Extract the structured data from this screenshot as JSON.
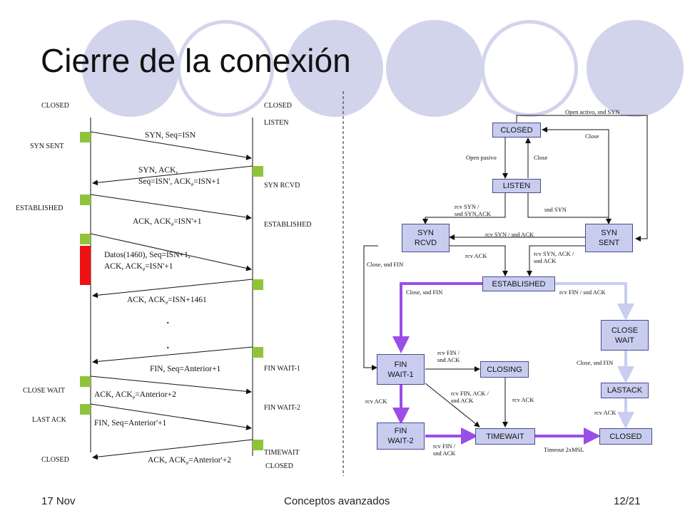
{
  "slide": {
    "title": "Cierre de la conexión",
    "footer_left": "17 Nov",
    "footer_center": "Conceptos avanzados",
    "footer_right": "12/21"
  },
  "sequence": {
    "left_states": [
      "CLOSED",
      "SYN SENT",
      "ESTABLISHED",
      "CLOSE WAIT",
      "LAST ACK",
      "CLOSED"
    ],
    "right_states": [
      "CLOSED",
      "LISTEN",
      "SYN RCVD",
      "ESTABLISHED",
      "FIN WAIT-1",
      "FIN WAIT-2",
      "TIMEWAIT",
      "CLOSED"
    ],
    "messages": [
      {
        "line1": "SYN, Seq=ISN"
      },
      {
        "line1": "SYN, ACK,",
        "line2": "Seq=ISN', ACK#=ISN+1"
      },
      {
        "line1": "ACK, ACK#=ISN'+1"
      },
      {
        "line1": "Datos(1460), Seq=ISN+1,",
        "line2": "ACK, ACK#=ISN'+1"
      },
      {
        "line1": "ACK, ACK#=ISN+1461"
      },
      {
        "line1": "FIN, Seq=Anterior+1"
      },
      {
        "line1": "ACK, ACK#=Anterior+2"
      },
      {
        "line1": "FIN, Seq=Anterior'+1"
      },
      {
        "line1": "ACK, ACK#=Anterior'+2"
      }
    ],
    "ellipsis": ".",
    "colors": {
      "marker": "#8fc43a",
      "data_block": "#ee1111"
    }
  },
  "fsm": {
    "states": {
      "closed_top": "CLOSED",
      "listen": "LISTEN",
      "syn_rcvd": "SYN\nRCVD",
      "syn_sent": "SYN\nSENT",
      "established": "ESTABLISHED",
      "close_wait": "CLOSE\nWAIT",
      "fin_wait_1": "FIN\nWAIT-1",
      "closing": "CLOSING",
      "lastack": "LASTACK",
      "fin_wait_2": "FIN\nWAIT-2",
      "timewait": "TIMEWAIT",
      "closed_bottom": "CLOSED"
    },
    "labels": {
      "open_active": "Open activo, snd SYN",
      "close_top": "Close",
      "open_passive": "Open pasivo",
      "close_mid": "Close",
      "rcv_syn_snd_synack": "rcv SYN /\nsnd SYN,ACK",
      "snd_syn": "snd SYN",
      "rcv_syn_snd_ack": "rcv SYN / snd ACK",
      "rcv_ack_top": "rcv ACK",
      "rcv_synack_snd_ack": "rcv SYN, ACK /\nsnd ACK",
      "close_snd_fin_left": "Close, snd FIN",
      "close_snd_fin_est": "Close, snd FIN",
      "rcv_fin_snd_ack": "rcv FIN / snd ACK",
      "close_snd_fin_cw": "Close, snd FIN",
      "rcv_fin_snd_ack_fw1": "rcv FIN /\nsnd ACK",
      "rcv_finack_snd_ack": "rcv FIN, ACK /\nsnd ACK",
      "rcv_ack_closing": "rcv ACK",
      "rcv_ack_fw1": "rcv ACK",
      "rcv_ack_lastack": "rcv ACK",
      "rcv_fin_snd_ack_fw2": "rcv FIN /\nsnd ACK",
      "timeout": "Timeout 2xMSL"
    },
    "colors": {
      "highlight": "#9b4de8",
      "client_path": "#9b4de8",
      "server_path": "#c9cdf0",
      "state_fill": "#c8cdf0"
    }
  }
}
